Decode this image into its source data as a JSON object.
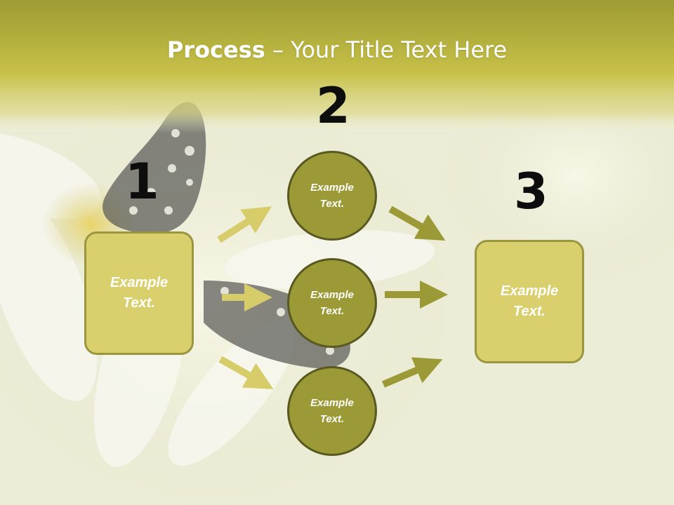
{
  "title": {
    "bold": "Process",
    "rest": " – Your Title Text Here"
  },
  "steps": {
    "n1": "1",
    "n2": "2",
    "n3": "3"
  },
  "boxes": {
    "left": "Example\nText.",
    "right": "Example\nText."
  },
  "circles": {
    "top": "Example\nText.",
    "middle": "Example\nText.",
    "bottom": "Example\nText."
  },
  "colors": {
    "accent": "#d9cf6c",
    "circle": "#9b9a36",
    "circle_border": "#585821",
    "header": "#c9c24a"
  }
}
